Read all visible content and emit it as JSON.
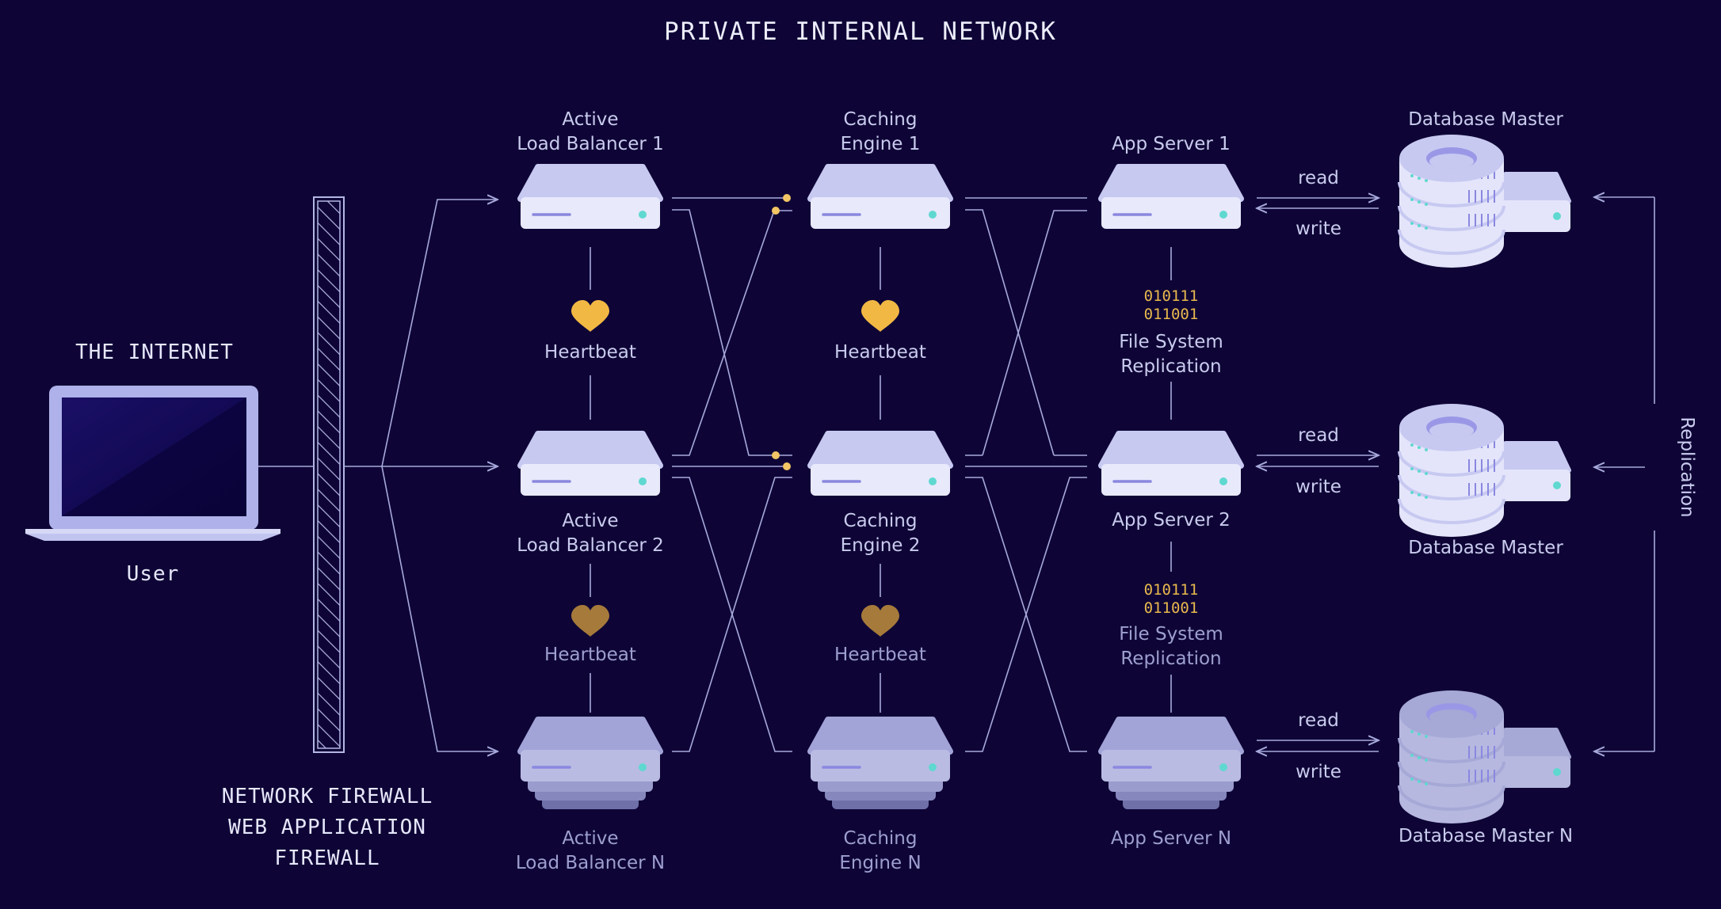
{
  "title": "PRIVATE INTERNAL NETWORK",
  "internet": {
    "heading": "THE INTERNET",
    "user_label": "User"
  },
  "firewall": {
    "lines": [
      "NETWORK FIREWALL",
      "WEB APPLICATION",
      "FIREWALL"
    ]
  },
  "load_balancers": [
    {
      "lines": [
        "Active",
        "Load Balancer 1"
      ]
    },
    {
      "lines": [
        "Active",
        "Load Balancer 2"
      ]
    },
    {
      "lines": [
        "Active",
        "Load Balancer N"
      ]
    }
  ],
  "caching_engines": [
    {
      "lines": [
        "Caching",
        "Engine 1"
      ]
    },
    {
      "lines": [
        "Caching",
        "Engine 2"
      ]
    },
    {
      "lines": [
        "Caching",
        "Engine N"
      ]
    }
  ],
  "app_servers": [
    {
      "label": "App Server 1"
    },
    {
      "label": "App Server 2"
    },
    {
      "label": "App Server N"
    }
  ],
  "databases": [
    {
      "label": "Database Master"
    },
    {
      "label": "Database Master"
    },
    {
      "label": "Database Master N"
    }
  ],
  "heartbeat_label": "Heartbeat",
  "replication": {
    "binary": [
      "010111",
      "011001"
    ],
    "lines": [
      "File System",
      "Replication"
    ]
  },
  "io": {
    "read": "read",
    "write": "write"
  },
  "db_replication_label": "Replication",
  "colors": {
    "background": "#0e0536",
    "server_top": "#c7c9f1",
    "server_face": "#e8e9fb",
    "led": "#5fd8d0",
    "heartbeat_bright": "#f2b844",
    "heartbeat_dim": "#a67a3a",
    "binary_text": "#e8b84d"
  }
}
